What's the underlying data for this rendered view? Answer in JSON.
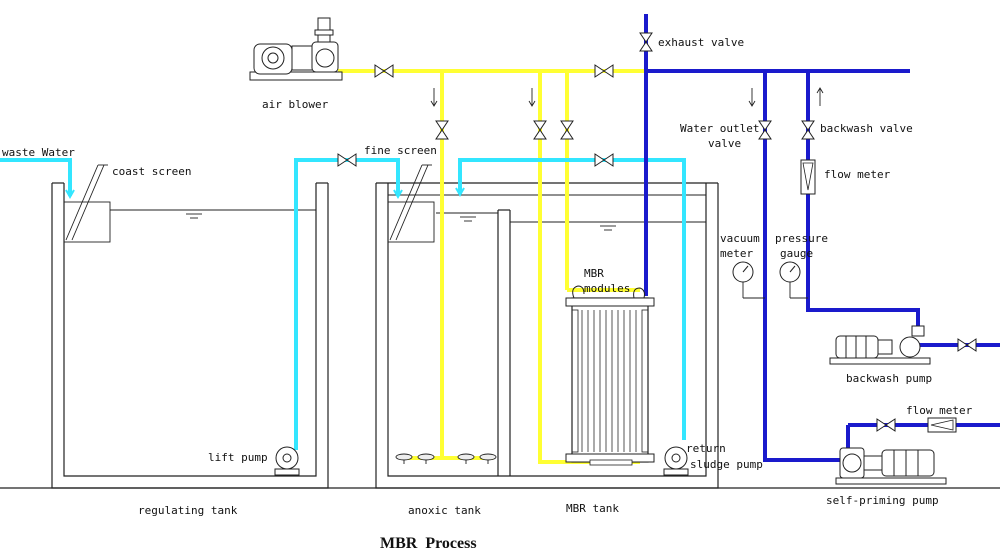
{
  "title": "MBR  Process",
  "colors": {
    "air_line": "#ffff33",
    "water_line": "#33e6ff",
    "permeate_line": "#1a1acc",
    "outline": "#222222"
  },
  "labels": {
    "waste_water": "waste Water",
    "coast_screen": "coast screen",
    "air_blower": "air blower",
    "fine_screen": "fine screen",
    "exhaust_valve": "exhaust valve",
    "water_outlet_valve_1": "Water outlet",
    "water_outlet_valve_2": "valve",
    "backwash_valve": "backwash valve",
    "flow_meter_top": "flow meter",
    "vacuum_meter_1": "vacuum",
    "vacuum_meter_2": "meter",
    "pressure_gauge_1": "pressure",
    "pressure_gauge_2": "gauge",
    "mbr_modules_1": "MBR",
    "mbr_modules_2": "modules",
    "lift_pump": "lift pump",
    "return_sludge_pump_1": "return",
    "return_sludge_pump_2": "sludge pump",
    "backwash_pump": "backwash pump",
    "flow_meter_bottom": "flow meter",
    "self_priming_pump": "self-priming pump",
    "regulating_tank": "regulating tank",
    "anoxic_tank": "anoxic tank",
    "mbr_tank": "MBR tank"
  }
}
